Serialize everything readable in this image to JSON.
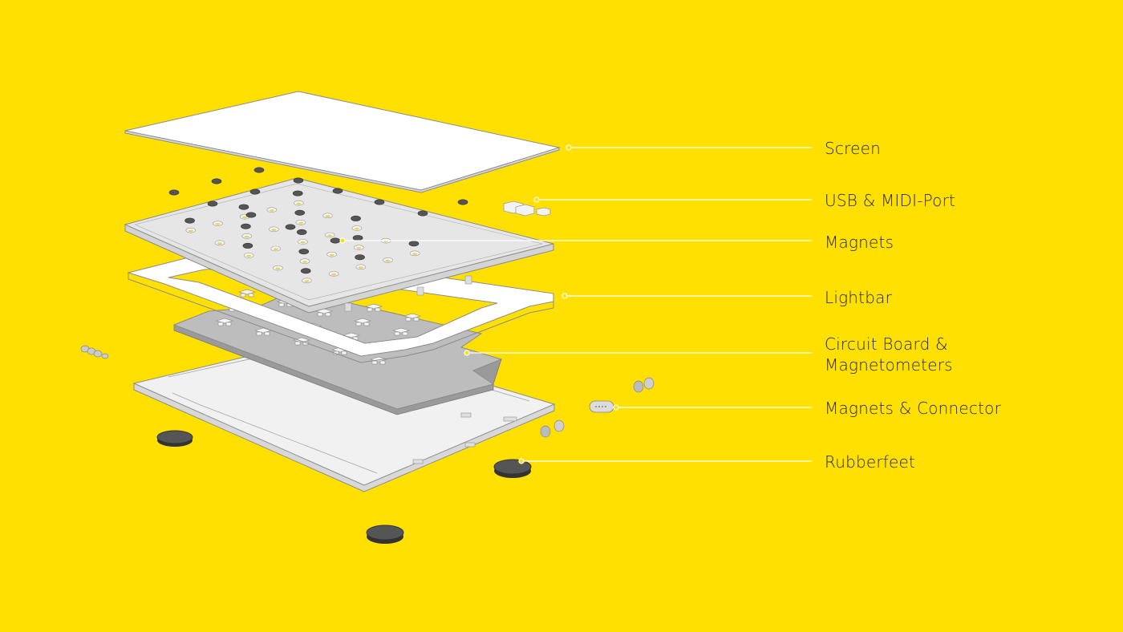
{
  "colors": {
    "background": "#FFE000",
    "panel_white": "#FFFFFF",
    "panel_light": "#F1F1F1",
    "panel_top": "#E6E6E6",
    "circuit_board": "#BDBDBD",
    "magnet_dark": "#555555",
    "outline": "#8C8C8C",
    "callout_line": "#FFFFFF",
    "label_text": "#2A2A2A"
  },
  "labels": {
    "screen": "Screen",
    "usb_midi": "USB & MIDI-Port",
    "magnets": "Magnets",
    "lightbar": "Lightbar",
    "circuit_line1": "Circuit Board &",
    "circuit_line2": "Magnetometers",
    "magnets_connector": "Magnets & Connector",
    "rubberfeet": "Rubberfeet"
  }
}
